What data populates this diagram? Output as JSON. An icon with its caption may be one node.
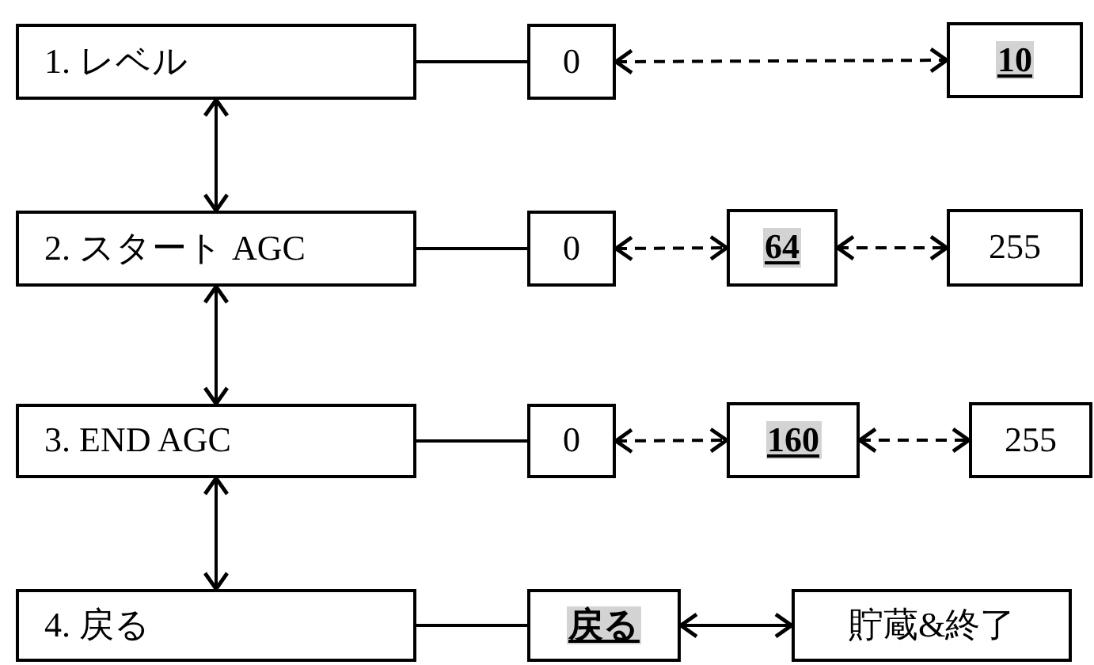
{
  "diagram": {
    "nodes": [
      {
        "text": [
          "1. レベル"
        ]
      },
      {
        "text": [
          "0"
        ]
      },
      {
        "text": [
          "10"
        ]
      },
      {
        "text": [
          "2. スタート AGC"
        ]
      },
      {
        "text": [
          "0"
        ]
      },
      {
        "text": [
          "64"
        ]
      },
      {
        "text": [
          "255"
        ]
      },
      {
        "text": [
          "3. END AGC"
        ]
      },
      {
        "text": [
          "0"
        ]
      },
      {
        "text": [
          "160"
        ]
      },
      {
        "text": [
          "255"
        ]
      },
      {
        "text": [
          "4. 戻る"
        ]
      },
      {
        "text": [
          "戻る"
        ]
      },
      {
        "text": [
          "貯蔵&終了"
        ]
      }
    ],
    "edges": [
      {
        "from": 0,
        "to": 1,
        "arrow": "none"
      },
      {
        "from": 1,
        "to": 2,
        "arrow": "both",
        "style": "dashed"
      },
      {
        "from": 0,
        "to": 3,
        "arrow": "both"
      },
      {
        "from": 3,
        "to": 4,
        "arrow": "none"
      },
      {
        "from": 4,
        "to": 5,
        "arrow": "both",
        "style": "dashed"
      },
      {
        "from": 5,
        "to": 6,
        "arrow": "both",
        "style": "dashed"
      },
      {
        "from": 3,
        "to": 7,
        "arrow": "both"
      },
      {
        "from": 7,
        "to": 8,
        "arrow": "none"
      },
      {
        "from": 8,
        "to": 9,
        "arrow": "both",
        "style": "dashed"
      },
      {
        "from": 9,
        "to": 10,
        "arrow": "both",
        "style": "dashed"
      },
      {
        "from": 7,
        "to": 11,
        "arrow": "both"
      },
      {
        "from": 11,
        "to": 12,
        "arrow": "none"
      },
      {
        "from": 12,
        "to": 13,
        "arrow": "both"
      }
    ]
  }
}
